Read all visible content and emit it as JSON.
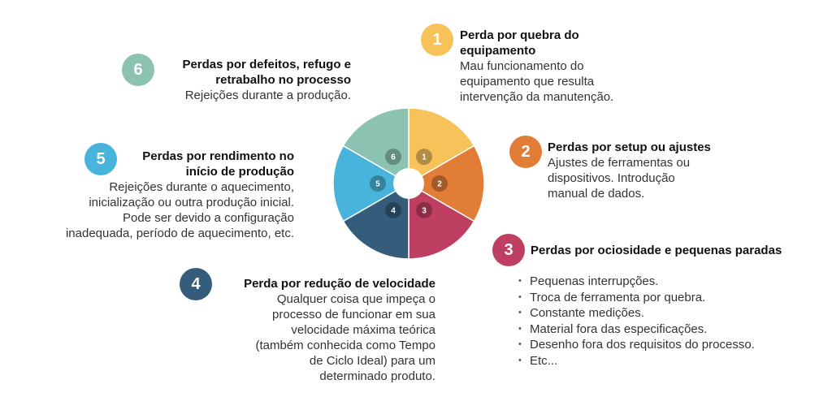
{
  "colors": {
    "item1": "#F8C25A",
    "item2": "#E27D38",
    "item3": "#BF3F62",
    "item4": "#355C7A",
    "item5": "#48B4DC",
    "item6": "#8CC2B2"
  },
  "items": [
    {
      "number": "1",
      "title_line1": "Perda por quebra do",
      "title_line2": "equipamento",
      "desc": [
        "Mau funcionamento do",
        "equipamento que resulta",
        "intervenção da manutenção."
      ]
    },
    {
      "number": "2",
      "title_line1": "Perdas por setup ou ajustes",
      "desc": [
        "Ajustes de ferramentas ou",
        "dispositivos. Introdução",
        "manual de dados."
      ]
    },
    {
      "number": "3",
      "title_line1": "Perdas por ociosidade e pequenas paradas",
      "bullets": [
        "Pequenas interrupções.",
        "Troca de ferramenta por quebra.",
        "Constante medições.",
        "Material fora das especificações.",
        "Desenho fora dos requisitos do processo.",
        "Etc..."
      ]
    },
    {
      "number": "4",
      "title_line1": "Perda por redução de velocidade",
      "desc": [
        "Qualquer coisa que impeça o",
        "processo de funcionar em sua",
        "velocidade máxima teórica",
        "(também conhecida como Tempo",
        "de Ciclo Ideal) para um",
        "determinado produto."
      ]
    },
    {
      "number": "5",
      "title_line1": "Perdas por rendimento no",
      "title_line2": "início de produção",
      "desc": [
        "Rejeições durante o aquecimento,",
        "inicialização ou outra produção inicial.",
        "Pode ser devido a configuração",
        "inadequada, período de aquecimento, etc."
      ]
    },
    {
      "number": "6",
      "title_line1": "Perdas por defeitos, refugo e",
      "title_line2": "retrabalho no processo",
      "desc": [
        "Rejeições durante a produção."
      ]
    }
  ]
}
